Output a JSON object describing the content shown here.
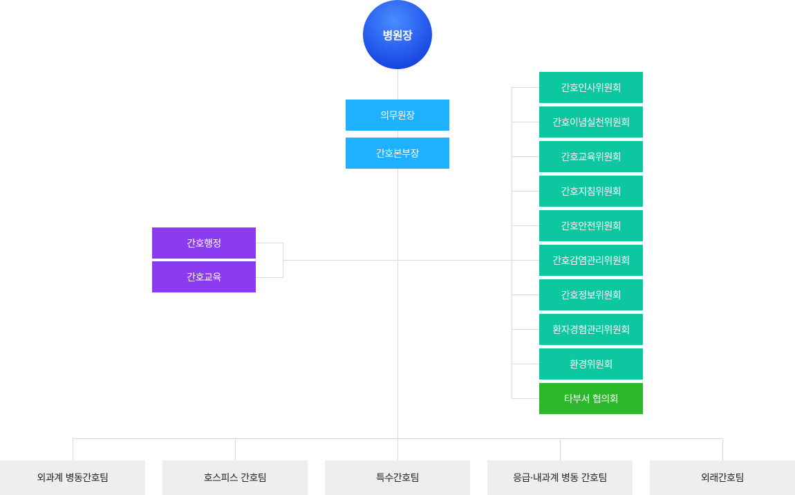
{
  "root": {
    "label": "병원장"
  },
  "executives": [
    {
      "label": "의무원장"
    },
    {
      "label": "간호본부장"
    }
  ],
  "staff_units": [
    {
      "label": "간호행정"
    },
    {
      "label": "간호교육"
    }
  ],
  "committees": [
    {
      "label": "간호인사위원회"
    },
    {
      "label": "간호이념실천위원회"
    },
    {
      "label": "간호교육위원회"
    },
    {
      "label": "간호지침위원회"
    },
    {
      "label": "간호안전위원회"
    },
    {
      "label": "간호감염관리위원회"
    },
    {
      "label": "간호정보위원회"
    },
    {
      "label": "환자경험관리위원회"
    },
    {
      "label": "환경위원회"
    },
    {
      "label": "타부서 협의회"
    }
  ],
  "teams": [
    {
      "label": "외과계 병동간호팀"
    },
    {
      "label": "호스피스 간호팀"
    },
    {
      "label": "특수간호팀"
    },
    {
      "label": "응급·내과계 병동 간호팀"
    },
    {
      "label": "외래간호팀"
    }
  ],
  "colors": {
    "root": "#2b63f0",
    "executive": "#1fb0ff",
    "staff_unit": "#8b3cf0",
    "committee": "#0cc79f",
    "liaison": "#2bb82b",
    "team": "#eeeeee",
    "connector": "#d9d9d9"
  }
}
